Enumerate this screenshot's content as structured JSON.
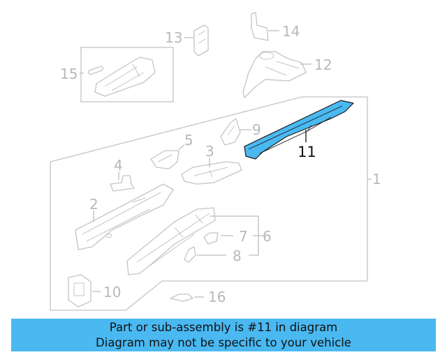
{
  "diagram": {
    "highlighted_part": "11",
    "highlight_color": "#4ab9f2",
    "callouts": [
      {
        "id": "c1",
        "label": "1"
      },
      {
        "id": "c2",
        "label": "2"
      },
      {
        "id": "c3",
        "label": "3"
      },
      {
        "id": "c4",
        "label": "4"
      },
      {
        "id": "c5",
        "label": "5"
      },
      {
        "id": "c6",
        "label": "6"
      },
      {
        "id": "c7",
        "label": "7"
      },
      {
        "id": "c8",
        "label": "8"
      },
      {
        "id": "c9",
        "label": "9"
      },
      {
        "id": "c10",
        "label": "10"
      },
      {
        "id": "c11",
        "label": "11"
      },
      {
        "id": "c12",
        "label": "12"
      },
      {
        "id": "c13",
        "label": "13"
      },
      {
        "id": "c14",
        "label": "14"
      },
      {
        "id": "c15",
        "label": "15"
      },
      {
        "id": "c16",
        "label": "16"
      }
    ]
  },
  "banner": {
    "line1": "Part or sub-assembly is #11 in diagram",
    "line2": "Diagram may not be specific to your vehicle",
    "background": "#4ab9f2"
  }
}
